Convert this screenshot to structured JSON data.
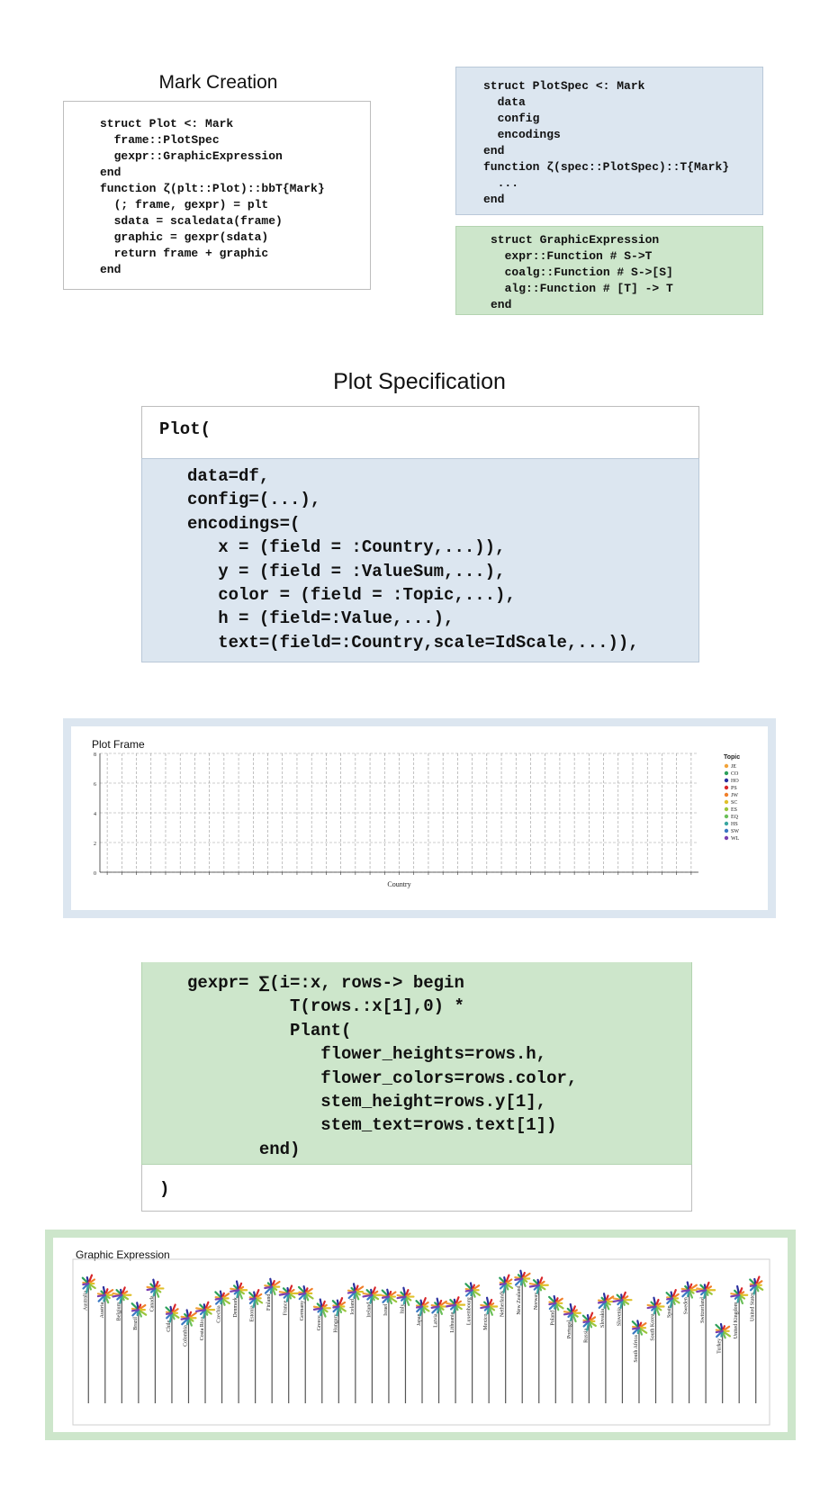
{
  "mark_creation": {
    "title": "Mark Creation",
    "code": [
      "struct Plot <: Mark",
      "  frame::PlotSpec",
      "  gexpr::GraphicExpression",
      "end",
      "function ζ(plt::Plot)::bbT{Mark}",
      "  (; frame, gexpr) = plt",
      "  sdata = scaledata(frame)",
      "  graphic = gexpr(sdata)",
      "  return frame + graphic",
      "end"
    ]
  },
  "plotspec_box": {
    "code": [
      "struct PlotSpec <: Mark",
      "  data",
      "  config",
      "  encodings",
      "end",
      "function ζ(spec::PlotSpec)::T{Mark}",
      "  ...",
      "end"
    ]
  },
  "gexpr_box": {
    "code": [
      "struct GraphicExpression",
      "  expr::Function # S->T",
      "  coalg::Function # S->[S]",
      "  alg::Function # [T] -> T",
      "end"
    ]
  },
  "plot_spec": {
    "title": "Plot Specification",
    "open": "Plot(",
    "code": [
      "data=df,",
      "config=(...),",
      "encodings=(",
      "   x = (field = :Country,...)),",
      "   y = (field = :ValueSum,...),",
      "   color = (field = :Topic,...),",
      "   h = (field=:Value,...),",
      "   text=(field=:Country,scale=IdScale,...)),"
    ]
  },
  "plot_frame": {
    "title": "Plot Frame",
    "xlabel": "Country",
    "y_ticks": [
      "0",
      "2",
      "4",
      "6",
      "8"
    ],
    "legend_title": "Topic",
    "legend": [
      {
        "code": "JE",
        "color": "#f2a33a"
      },
      {
        "code": "CO",
        "color": "#2ca05a"
      },
      {
        "code": "HO",
        "color": "#2b2f9e"
      },
      {
        "code": "PS",
        "color": "#d8272b"
      },
      {
        "code": "JW",
        "color": "#f07f2a"
      },
      {
        "code": "SC",
        "color": "#e0c02a"
      },
      {
        "code": "ES",
        "color": "#9ac53c"
      },
      {
        "code": "EQ",
        "color": "#6bbf59"
      },
      {
        "code": "HS",
        "color": "#3aa6a0"
      },
      {
        "code": "SW",
        "color": "#3a78c2"
      },
      {
        "code": "WL",
        "color": "#7b3fb0"
      }
    ]
  },
  "gexpr_code": {
    "code": [
      "gexpr= ∑(i=:x, rows-> begin",
      "          T(rows.:x[1],0) *",
      "          Plant(",
      "             flower_heights=rows.h,",
      "             flower_colors=rows.color,",
      "             stem_height=rows.y[1],",
      "             stem_text=rows.text[1])",
      "       end)"
    ],
    "close": ")"
  },
  "graphic_expression": {
    "title": "Graphic Expression"
  },
  "chart_data": {
    "type": "bar",
    "categories": [
      "Australia",
      "Austria",
      "Belgium",
      "Brazil",
      "Canada",
      "Chile",
      "Colombia",
      "Costa Rica",
      "Czechia",
      "Denmark",
      "Estonia",
      "Finland",
      "France",
      "Germany",
      "Greece",
      "Hungary",
      "Iceland",
      "Ireland",
      "Israel",
      "Italy",
      "Japan",
      "Latvia",
      "Lithuania",
      "Luxembourg",
      "Mexico",
      "Netherlands",
      "New Zealand",
      "Norway",
      "Poland",
      "Portugal",
      "Russia",
      "Slovakia",
      "Slovenia",
      "South Africa",
      "South Korea",
      "Spain",
      "Sweden",
      "Switzerland",
      "Turkey",
      "United Kingdom",
      "United States"
    ],
    "values": [
      7.3,
      6.6,
      6.6,
      5.7,
      7.0,
      5.5,
      5.2,
      5.7,
      6.4,
      6.9,
      6.4,
      7.1,
      6.7,
      6.7,
      5.8,
      5.9,
      6.8,
      6.6,
      6.5,
      6.5,
      5.9,
      5.9,
      6.0,
      6.9,
      5.9,
      7.3,
      7.6,
      7.2,
      6.1,
      5.5,
      5.0,
      6.2,
      6.3,
      4.6,
      5.9,
      6.4,
      6.9,
      6.9,
      4.4,
      6.6,
      7.2
    ],
    "ylim": [
      0,
      8
    ],
    "legend_title": "Topic",
    "legend": [
      "JE",
      "CO",
      "HO",
      "PS",
      "JW",
      "SC",
      "ES",
      "EQ",
      "HS",
      "SW",
      "WL"
    ]
  }
}
